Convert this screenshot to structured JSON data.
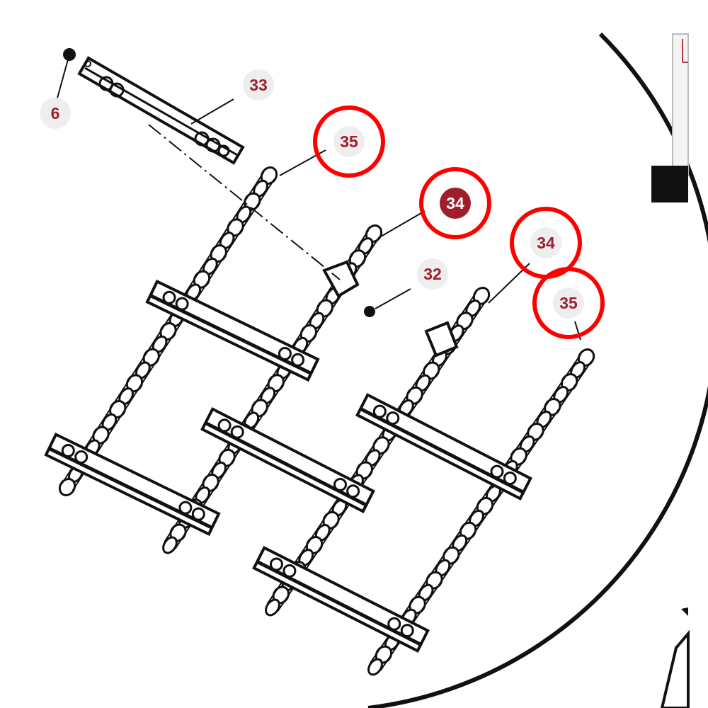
{
  "callouts": [
    {
      "label": "6",
      "style": "plain"
    },
    {
      "label": "33",
      "style": "plain"
    },
    {
      "label": "35",
      "style": "plain",
      "highlighted": true
    },
    {
      "label": "34",
      "style": "filled",
      "highlighted": true
    },
    {
      "label": "32",
      "style": "plain"
    },
    {
      "label": "34",
      "style": "plain",
      "highlighted": true
    },
    {
      "label": "35",
      "style": "plain",
      "highlighted": true
    }
  ],
  "colors": {
    "label_text": "#a01e2c",
    "label_bg": "#efeeee",
    "label_filled_bg": "#a01e2c",
    "label_filled_text": "#ffffff",
    "highlight_ring": "#ff0000",
    "line_art": "#111111",
    "background": "#ffffff"
  }
}
